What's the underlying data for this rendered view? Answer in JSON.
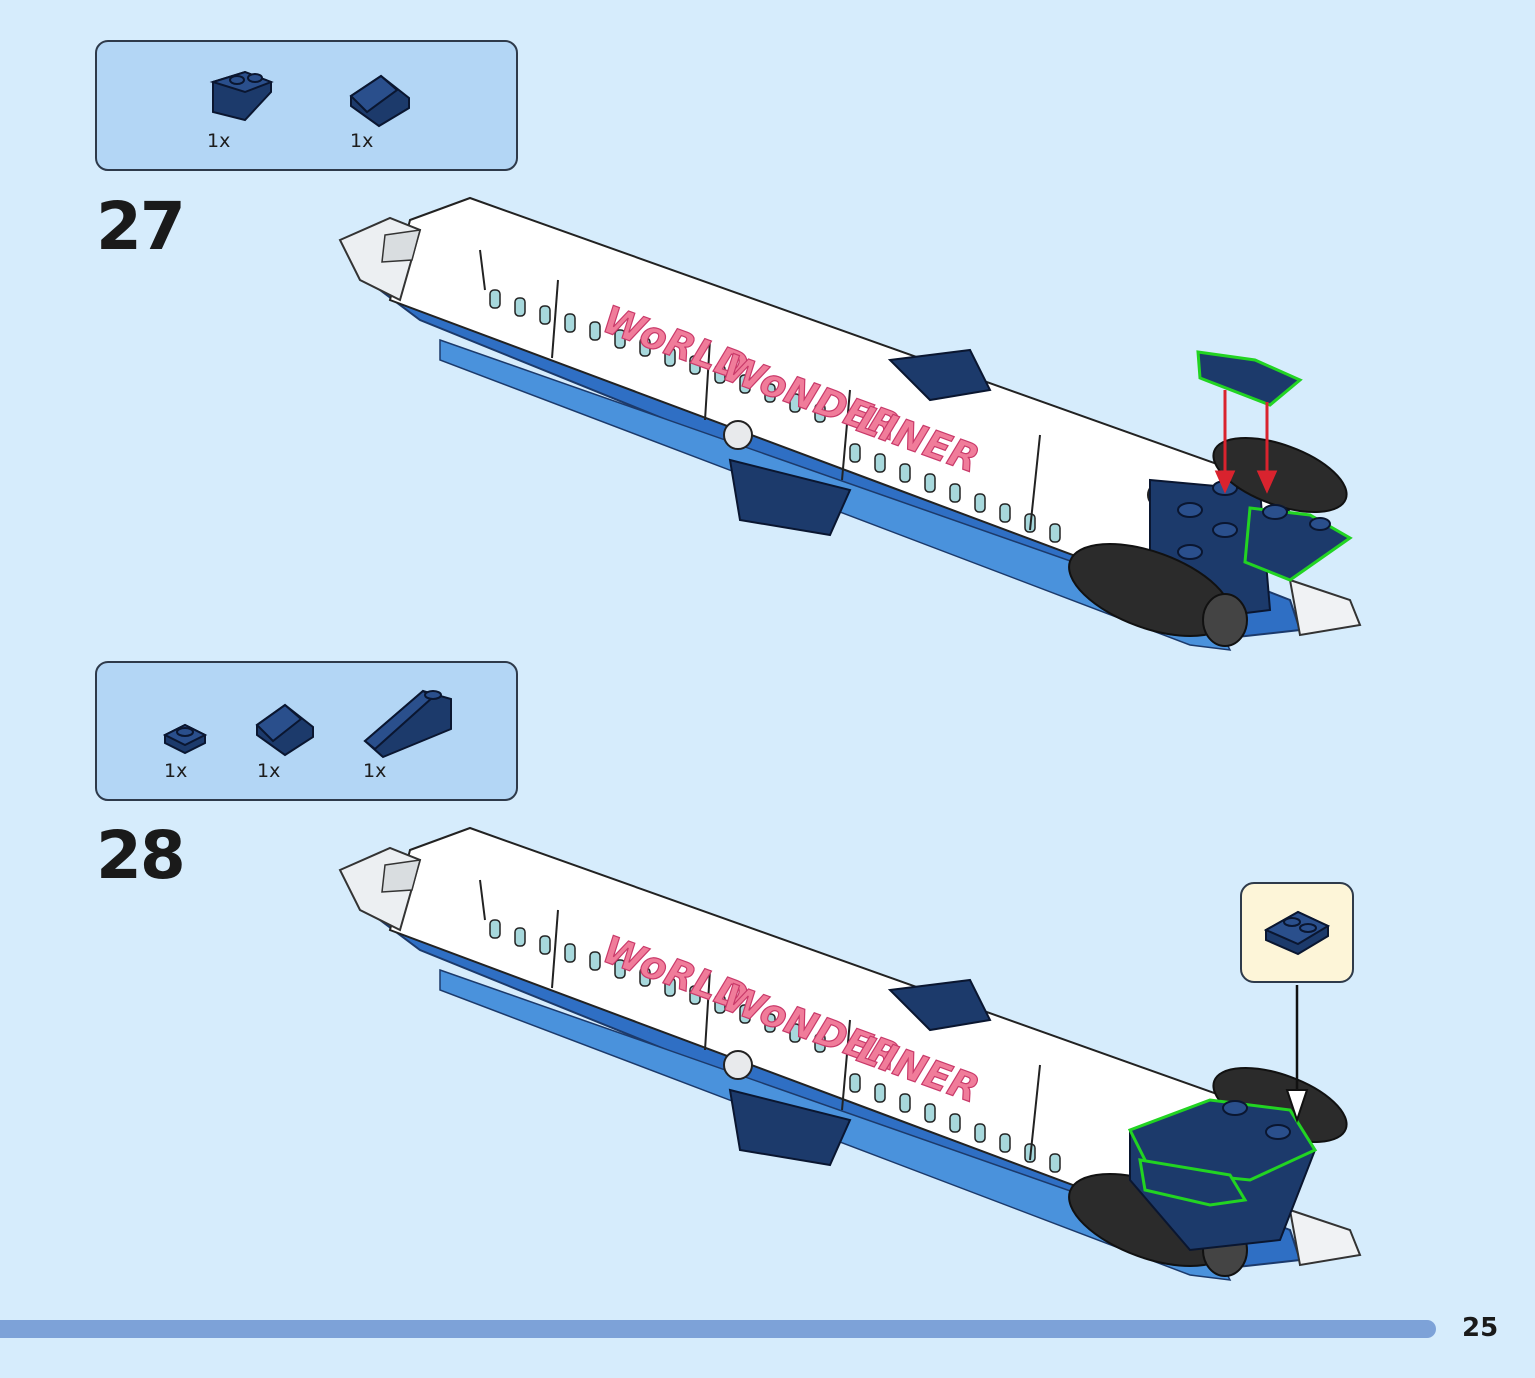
{
  "colors": {
    "background": "#d6ecfc",
    "parts_box": "#b3d6f5",
    "brick_dark_blue": "#1c3a6b",
    "highlight": "#22d422",
    "arrow_red": "#d9232e",
    "callout_bg": "#fdf5d8",
    "bar": "#7da2d8"
  },
  "steps": [
    {
      "number": "27",
      "parts": [
        {
          "icon": "inverted-slope-brick-icon",
          "qty": "1x"
        },
        {
          "icon": "slope-tile-icon",
          "qty": "1x"
        }
      ]
    },
    {
      "number": "28",
      "parts": [
        {
          "icon": "plate-1x1-icon",
          "qty": "1x"
        },
        {
          "icon": "slope-tile-icon",
          "qty": "1x"
        },
        {
          "icon": "long-slope-brick-icon",
          "qty": "1x"
        }
      ],
      "callout_icon": "plate-1x2-icon"
    }
  ],
  "livery": {
    "line1": "WoRLD",
    "line2": "WoNDER",
    "line3": "LINER"
  },
  "page_number": "25"
}
